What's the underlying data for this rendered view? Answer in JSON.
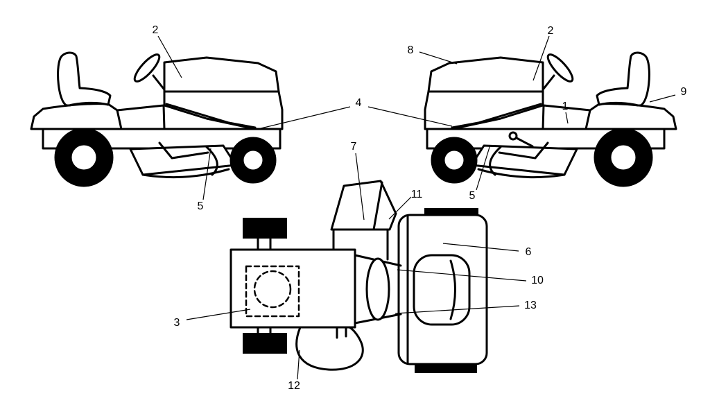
{
  "diagram": {
    "type": "parts-callout-diagram",
    "subject": "riding lawn tractor decal locations",
    "background_color": "#ffffff",
    "line_color": "#000000",
    "views": {
      "left_side": "tractor left side view",
      "right_side": "tractor right side view",
      "top": "tractor top view"
    },
    "callouts": [
      {
        "label": "2",
        "view": "left_side"
      },
      {
        "label": "4",
        "view": "both_sides"
      },
      {
        "label": "5",
        "view": "left_side"
      },
      {
        "label": "8",
        "view": "right_side"
      },
      {
        "label": "2",
        "view": "right_side"
      },
      {
        "label": "9",
        "view": "right_side"
      },
      {
        "label": "1",
        "view": "right_side"
      },
      {
        "label": "5",
        "view": "right_side"
      },
      {
        "label": "7",
        "view": "top"
      },
      {
        "label": "11",
        "view": "top"
      },
      {
        "label": "6",
        "view": "top"
      },
      {
        "label": "10",
        "view": "top"
      },
      {
        "label": "13",
        "view": "top"
      },
      {
        "label": "3",
        "view": "top"
      },
      {
        "label": "12",
        "view": "top"
      }
    ]
  }
}
